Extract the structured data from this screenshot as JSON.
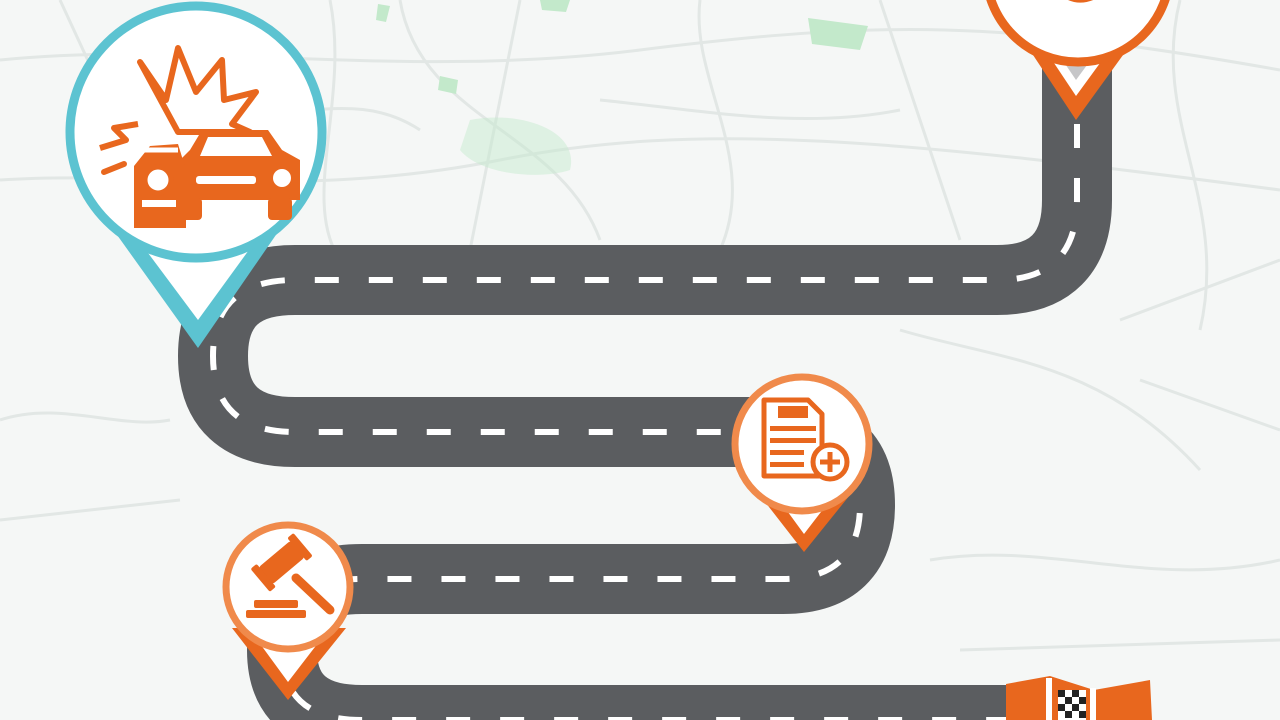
{
  "diagram": {
    "type": "roadmap",
    "stops": [
      {
        "id": "start",
        "icon": "map-pin-icon"
      },
      {
        "id": "accident",
        "icon": "car-crash-icon"
      },
      {
        "id": "claim",
        "icon": "claim-document-icon"
      },
      {
        "id": "court",
        "icon": "gavel-icon"
      },
      {
        "id": "finish",
        "icon": "checkered-flag-map-icon"
      }
    ]
  },
  "colors": {
    "road": "#5b5d60",
    "road_marking": "#ffffff",
    "accent": "#e8671e",
    "accent_light": "#f08a4b",
    "teal_ring": "#5cc3d1",
    "map_background": "#f5f7f6",
    "map_lines": "#e3e8e6",
    "park_green": "#bfe6c6"
  }
}
